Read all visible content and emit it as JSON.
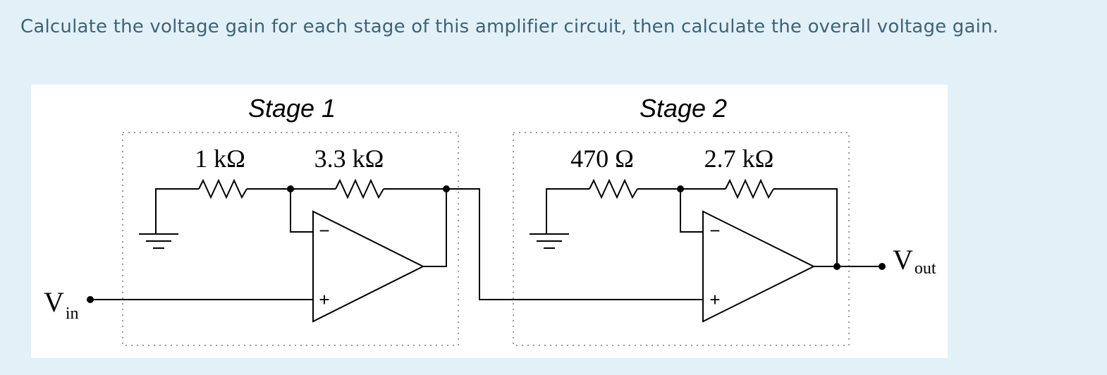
{
  "question": {
    "text": "Calculate the voltage gain for each stage of this amplifier circuit, then calculate the overall voltage gain."
  },
  "diagram": {
    "stages": [
      {
        "title": "Stage 1",
        "resistor_ground": "1 kΩ",
        "resistor_feedback": "3.3 kΩ"
      },
      {
        "title": "Stage 2",
        "resistor_ground": "470 Ω",
        "resistor_feedback": "2.7 kΩ"
      }
    ],
    "input_label": {
      "main": "V",
      "sub": "in"
    },
    "output_label": {
      "main": "V",
      "sub": "out"
    },
    "opamp_inputs": {
      "inverting": "−",
      "noninverting": "+"
    }
  }
}
